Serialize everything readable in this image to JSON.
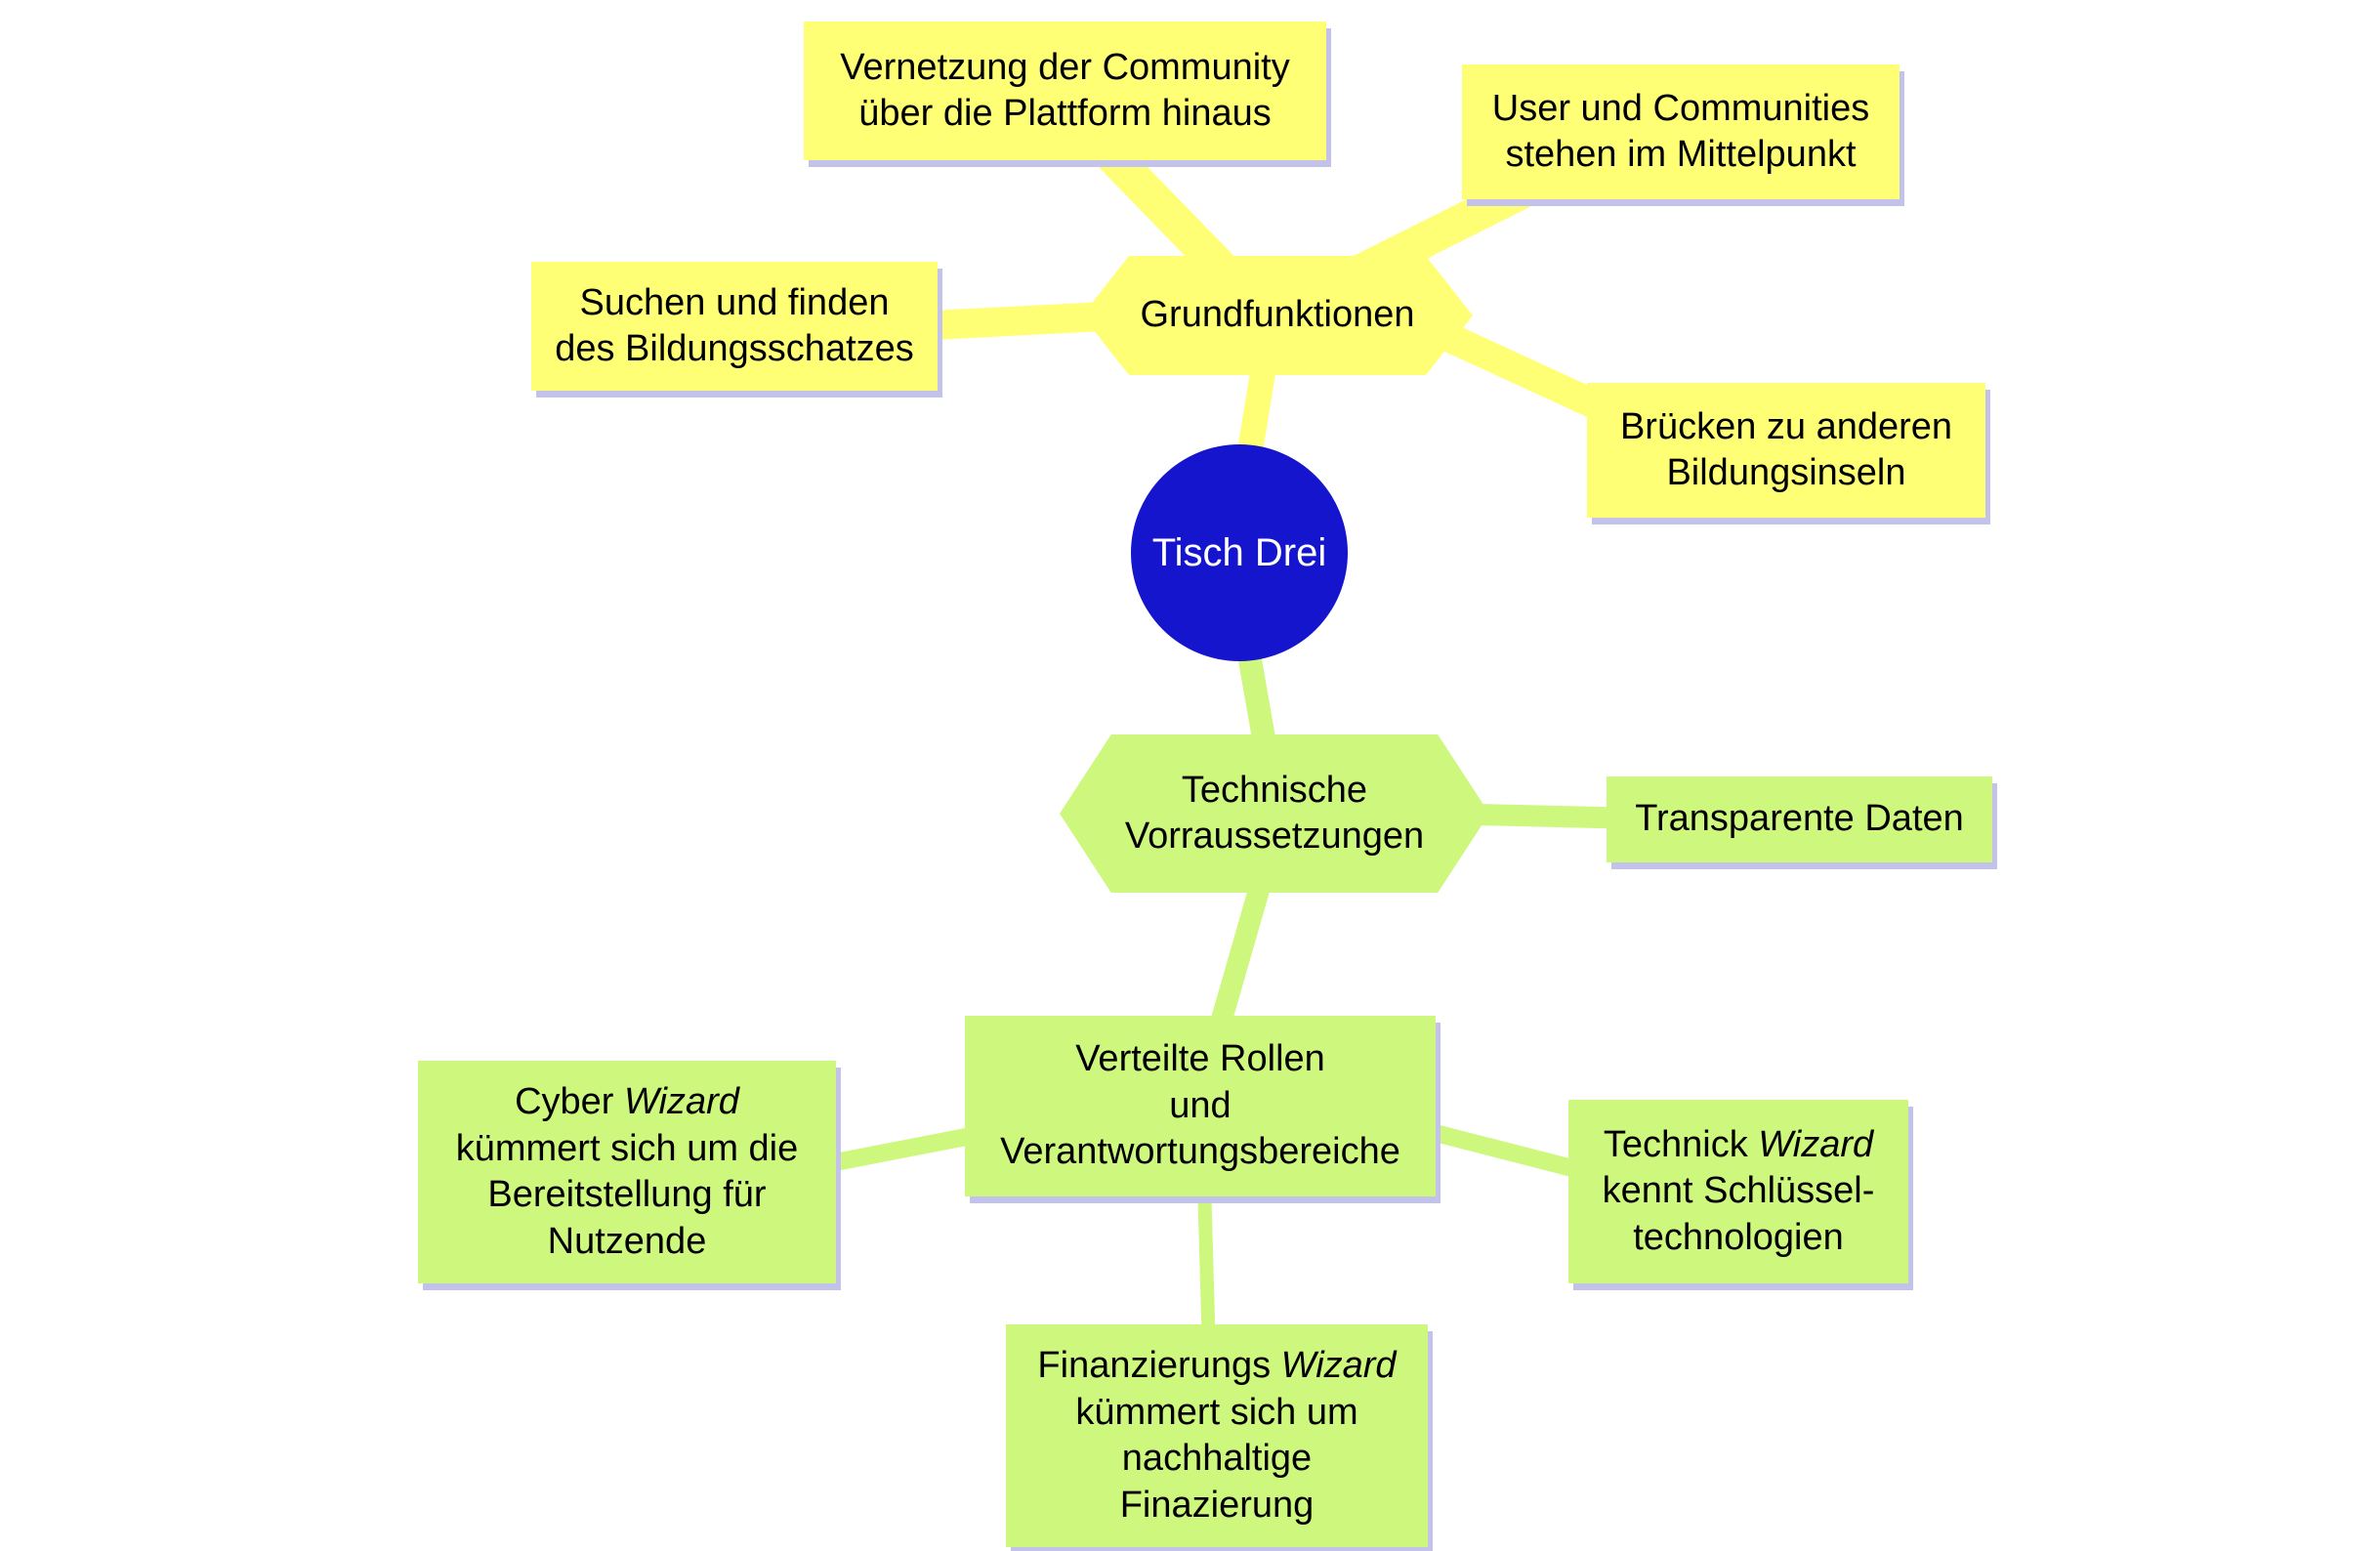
{
  "colors": {
    "yellow": "#FFFF75",
    "green": "#CDF87D",
    "blue": "#1515CD",
    "shadow": "#C2C2EA",
    "text": "#000000"
  },
  "nodes": {
    "root": {
      "label": "Tisch Drei"
    },
    "grundfunktionen": {
      "label": "Grundfunktionen"
    },
    "vernetzung": {
      "label": "Vernetzung der Community\nüber die Plattform hinaus"
    },
    "user_communities": {
      "label": "User und Communities\nstehen im Mittelpunkt"
    },
    "suchen": {
      "label": "Suchen und finden\ndes Bildungsschatzes"
    },
    "bruecken": {
      "label": "Brücken zu anderen\nBildungsinseln"
    },
    "technische": {
      "label": "Technische\nVorraussetzungen"
    },
    "transparente": {
      "label": "Transparente Daten"
    },
    "verteilte": {
      "label": "Verteilte Rollen\nund\nVerantwortungsbereiche"
    },
    "cyber": {
      "segments": [
        {
          "text": "Cyber ",
          "italic": false
        },
        {
          "text": "Wizard",
          "italic": true
        },
        {
          "text": "\nkümmert sich um die\nBereitstellung für\nNutzende",
          "italic": false
        }
      ]
    },
    "technick": {
      "segments": [
        {
          "text": "Technick ",
          "italic": false
        },
        {
          "text": "Wizard",
          "italic": true
        },
        {
          "text": "\nkennt Schlüssel-\ntechnologien",
          "italic": false
        }
      ]
    },
    "finanzierungs": {
      "segments": [
        {
          "text": "Finanzierungs ",
          "italic": false
        },
        {
          "text": "Wizard",
          "italic": true
        },
        {
          "text": "\nkümmert sich um\nnachhaltige\nFinazierung",
          "italic": false
        }
      ]
    }
  },
  "edges": [
    {
      "from": "grundfunktionen",
      "to": "vernetzung"
    },
    {
      "from": "grundfunktionen",
      "to": "user_communities"
    },
    {
      "from": "grundfunktionen",
      "to": "suchen"
    },
    {
      "from": "grundfunktionen",
      "to": "bruecken"
    },
    {
      "from": "grundfunktionen",
      "to": "root"
    },
    {
      "from": "technische",
      "to": "root"
    },
    {
      "from": "technische",
      "to": "transparente"
    },
    {
      "from": "technische",
      "to": "verteilte"
    },
    {
      "from": "verteilte",
      "to": "cyber"
    },
    {
      "from": "verteilte",
      "to": "technick"
    },
    {
      "from": "verteilte",
      "to": "finanzierungs"
    }
  ]
}
